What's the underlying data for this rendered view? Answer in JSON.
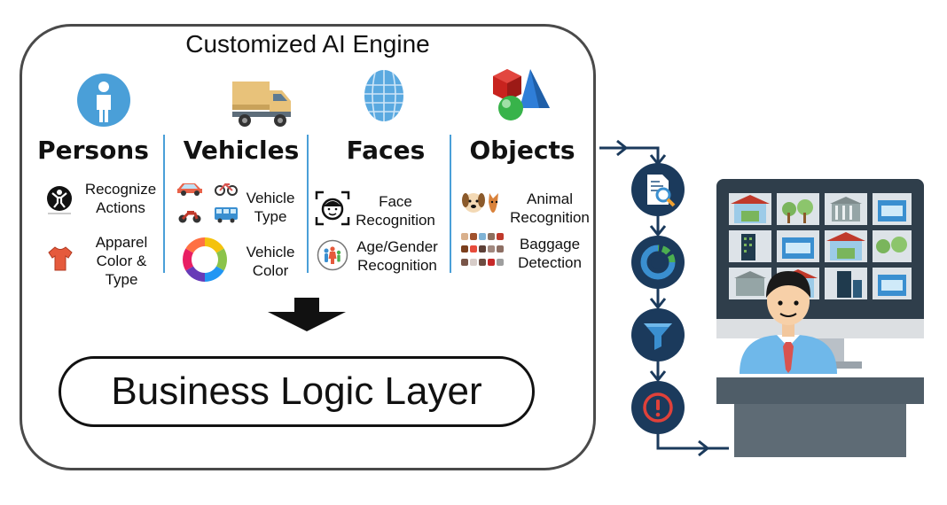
{
  "engine": {
    "title": "Customized AI Engine",
    "categories": [
      {
        "name": "Persons",
        "features": [
          "Recognize Actions",
          "Apparel Color & Type"
        ]
      },
      {
        "name": "Vehicles",
        "features": [
          "Vehicle Type",
          "Vehicle Color"
        ]
      },
      {
        "name": "Faces",
        "features": [
          "Face Recognition",
          "Age/Gender Recognition"
        ]
      },
      {
        "name": "Objects",
        "features": [
          "Animal Recognition",
          "Baggage Detection"
        ]
      }
    ]
  },
  "business_logic": {
    "label": "Business Logic Layer"
  },
  "pipeline": {
    "steps": [
      "document-search-icon",
      "processing-ring-icon",
      "filter-funnel-icon",
      "alert-exclamation-icon"
    ]
  },
  "colors": {
    "accent_blue": "#4a9fd8",
    "navy": "#1b3a5c",
    "monitor": "#2f3e4b",
    "border": "#4a4a4a"
  }
}
